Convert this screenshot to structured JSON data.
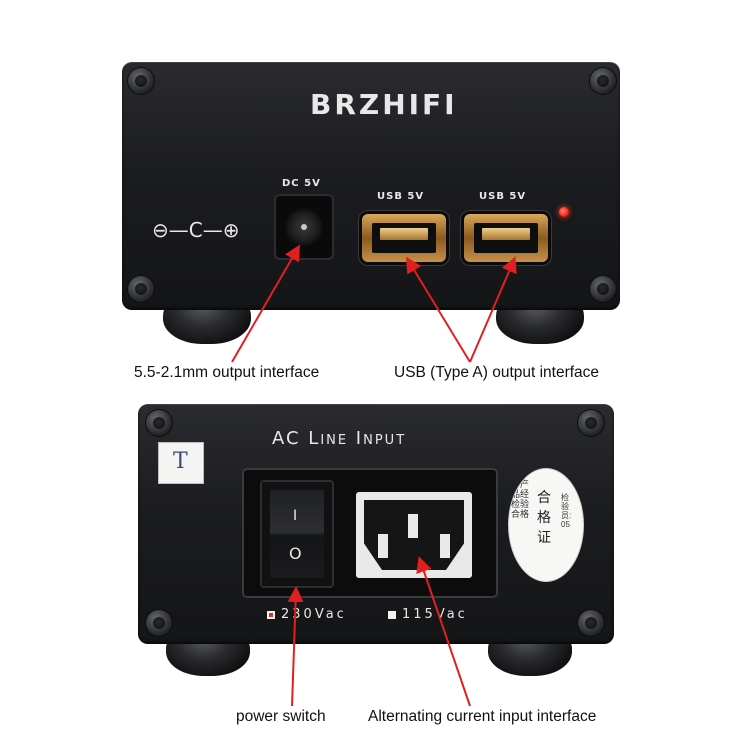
{
  "top_device": {
    "brand": "BRZHIFI",
    "dc_label": "DC 5V",
    "usb_labels": [
      "USB 5V",
      "USB 5V"
    ],
    "polarity_symbol": "⊖—C—⊕"
  },
  "top_annotations": {
    "dc_output": "5.5-2.1mm output interface",
    "usb_output": "USB (Type A) output interface"
  },
  "bottom_device": {
    "title": "AC Line Input",
    "sticker_letter": "T",
    "switch_on_glyph": "I",
    "switch_off_glyph": "O",
    "voltage_options": [
      "230Vac",
      "115Vac"
    ],
    "selected_voltage_color": "#d9342b",
    "certificate_text": "合格证",
    "certificate_ring": "本产品经检验合格",
    "certificate_inspector": "检验员: 05"
  },
  "bottom_annotations": {
    "switch": "power switch",
    "ac_input": "Alternating current input interface"
  },
  "colors": {
    "arrow": "#e02020",
    "led": "#ff2a1a",
    "panel": "#1b1c1f"
  }
}
